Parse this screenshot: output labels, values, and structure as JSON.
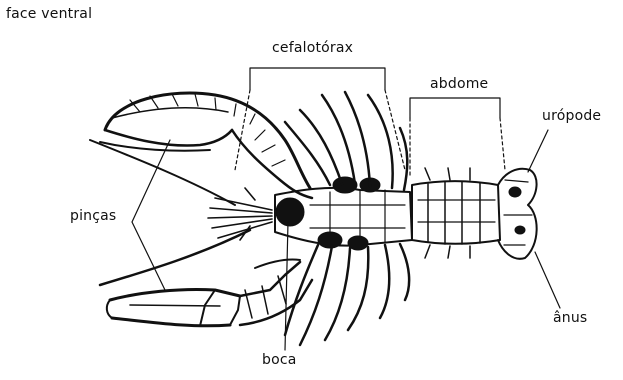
{
  "header": {
    "view_label": "face ventral"
  },
  "labels": {
    "cephalothorax": "cefalotórax",
    "abdomen": "abdome",
    "uropod": "urópode",
    "claws": "pinças",
    "anus": "ânus",
    "mouth": "boca"
  }
}
